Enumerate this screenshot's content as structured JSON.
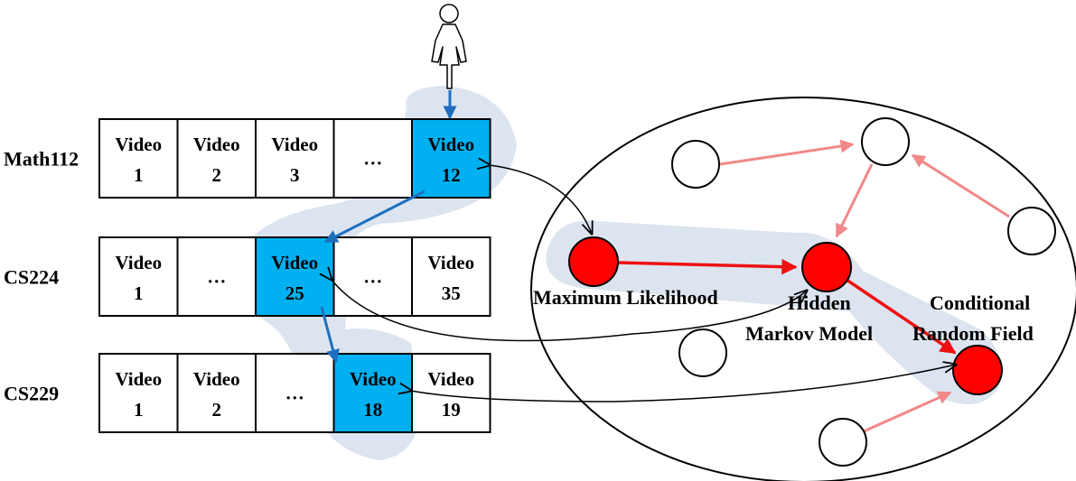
{
  "courses": [
    {
      "name": "Math112",
      "cells": [
        {
          "line1": "Video",
          "line2": "1",
          "highlight": false
        },
        {
          "line1": "Video",
          "line2": "2",
          "highlight": false
        },
        {
          "line1": "Video",
          "line2": "3",
          "highlight": false
        },
        {
          "line1": "…",
          "line2": "",
          "highlight": false
        },
        {
          "line1": "Video",
          "line2": "12",
          "highlight": true
        }
      ]
    },
    {
      "name": "CS224",
      "cells": [
        {
          "line1": "Video",
          "line2": "1",
          "highlight": false
        },
        {
          "line1": "…",
          "line2": "",
          "highlight": false
        },
        {
          "line1": "Video",
          "line2": "25",
          "highlight": true
        },
        {
          "line1": "…",
          "line2": "",
          "highlight": false
        },
        {
          "line1": "Video",
          "line2": "35",
          "highlight": false
        }
      ]
    },
    {
      "name": "CS229",
      "cells": [
        {
          "line1": "Video",
          "line2": "1",
          "highlight": false
        },
        {
          "line1": "Video",
          "line2": "2",
          "highlight": false
        },
        {
          "line1": "…",
          "line2": "",
          "highlight": false
        },
        {
          "line1": "Video",
          "line2": "18",
          "highlight": true
        },
        {
          "line1": "Video",
          "line2": "19",
          "highlight": false
        }
      ]
    }
  ],
  "concepts": {
    "max_likelihood": "Maximum Likelihood",
    "hmm_line1": "Hidden",
    "hmm_line2": "Markov Model",
    "crf_line1": "Conditional",
    "crf_line2": "Random Field"
  },
  "colors": {
    "highlight_cell": "#00b0f0",
    "path_arrow": "#1f6fbf",
    "shadow": "#dce4f0",
    "active_node": "#ff0000",
    "active_edge": "#ee1111",
    "inactive_edge": "#f28888",
    "outline": "#000000"
  },
  "icons": {
    "learner": "person-icon"
  }
}
